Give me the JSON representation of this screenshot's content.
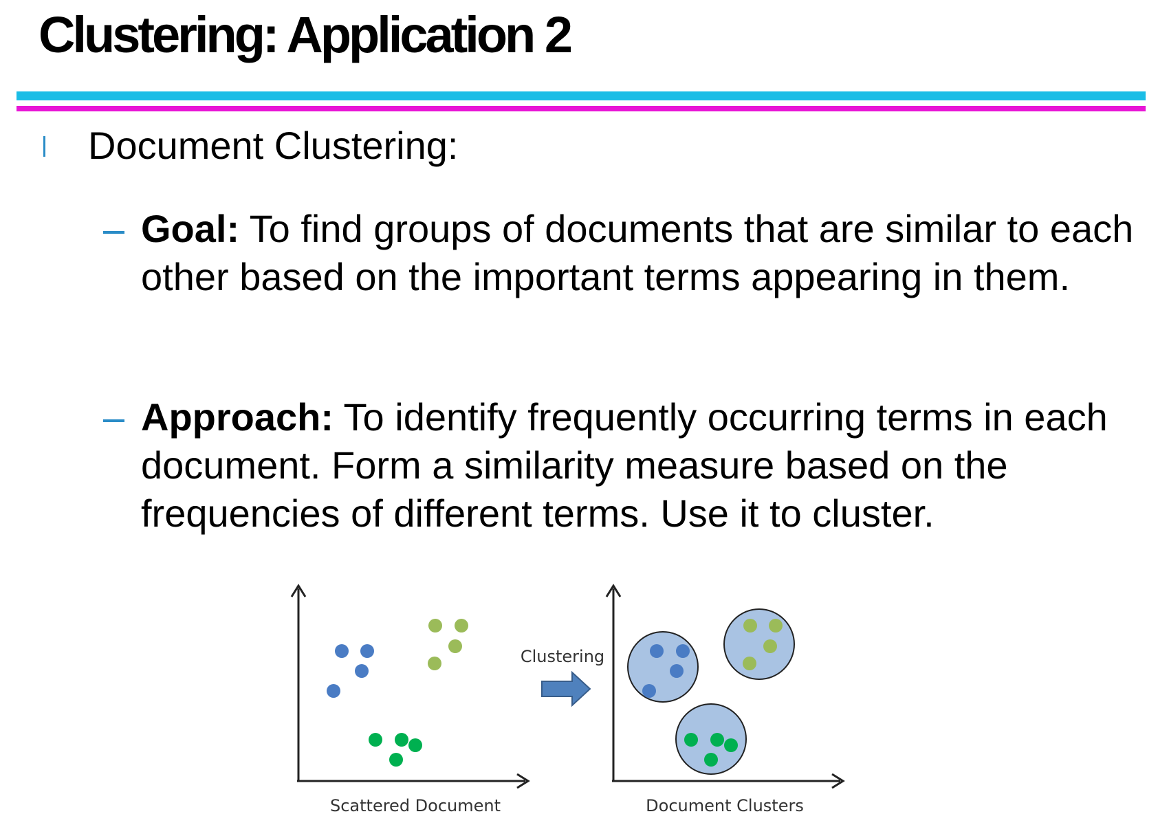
{
  "slide": {
    "title": "Clustering: Application 2",
    "bullet": "Document Clustering:",
    "goal": {
      "label": "Goal:",
      "text": " To find groups of documents that are similar to each other based on the important terms appearing in them."
    },
    "approach": {
      "label": "Approach:",
      "text": " To identify frequently occurring terms in each document. Form a similarity measure based on the frequencies of different terms. Use it to cluster."
    }
  },
  "figure": {
    "left_caption": "Scattered Document",
    "arrow_label": "Clustering",
    "right_caption": "Document Clusters"
  },
  "colors": {
    "rule_top": "#1bbde6",
    "rule_bottom": "#e816d6",
    "bullet_accent": "#2a8cc7",
    "dot_blue": "#4a7cc4",
    "dot_olive": "#9bbb59",
    "dot_green": "#00b050",
    "cluster_fill": "#a9c3e3",
    "arrow_fill": "#4f81bd"
  }
}
